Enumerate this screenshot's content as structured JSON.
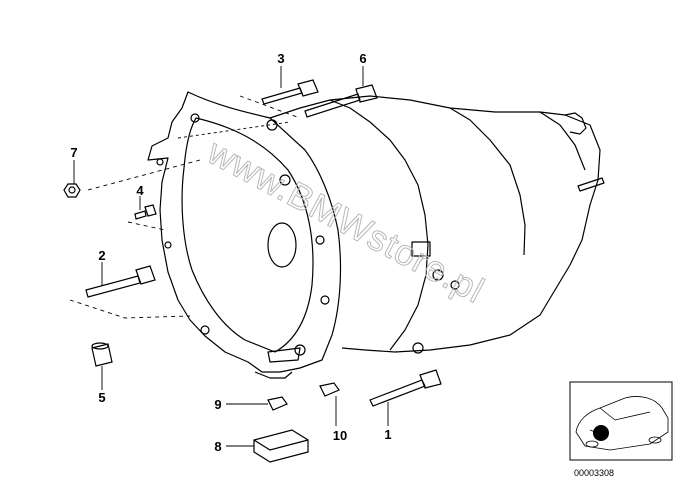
{
  "diagram": {
    "callouts": [
      {
        "id": "c1",
        "label": "1"
      },
      {
        "id": "c2",
        "label": "2"
      },
      {
        "id": "c3",
        "label": "3"
      },
      {
        "id": "c4",
        "label": "4"
      },
      {
        "id": "c5",
        "label": "5"
      },
      {
        "id": "c6",
        "label": "6"
      },
      {
        "id": "c7",
        "label": "7"
      },
      {
        "id": "c8",
        "label": "8"
      },
      {
        "id": "c9",
        "label": "9"
      },
      {
        "id": "c10",
        "label": "10"
      }
    ],
    "watermark": "www.BMWstore.pl",
    "reference_number": "00003308"
  },
  "colors": {
    "line": "#000000",
    "background": "#ffffff",
    "watermark": "#b9b9b9"
  }
}
